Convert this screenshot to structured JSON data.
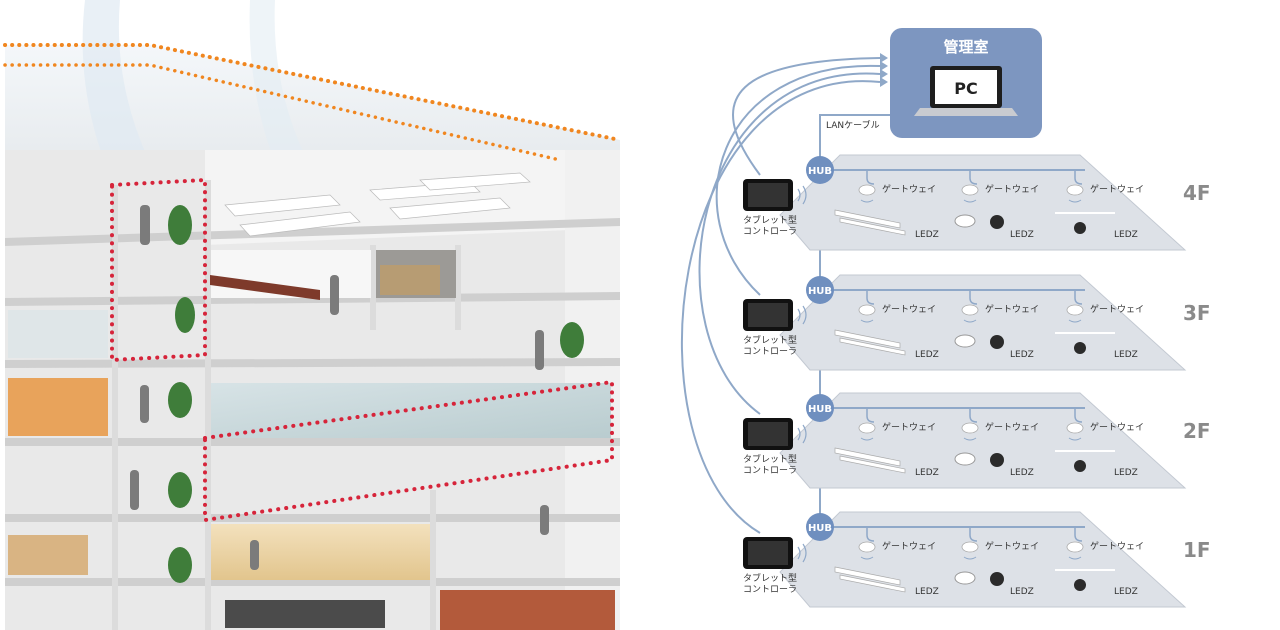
{
  "building": {
    "floors": 6,
    "highlight_color": "#d6243a",
    "roof_outline_color": "#f0861f",
    "wall_color": "#eeeeee",
    "slab_color": "#c9c9c9"
  },
  "network": {
    "control_room": {
      "title": "管理室",
      "pc_label": "PC"
    },
    "lan_label": "LANケーブル",
    "hub_label": "HUB",
    "tablet_label": [
      "タブレット型",
      "コントローラ"
    ],
    "floors": [
      {
        "label": "4F",
        "gateways": [
          "ゲートウェイ",
          "ゲートウェイ",
          "ゲートウェイ"
        ],
        "ledz": [
          "LEDZ",
          "LEDZ",
          "LEDZ"
        ]
      },
      {
        "label": "3F",
        "gateways": [
          "ゲートウェイ",
          "ゲートウェイ",
          "ゲートウェイ"
        ],
        "ledz": [
          "LEDZ",
          "LEDZ",
          "LEDZ"
        ]
      },
      {
        "label": "2F",
        "gateways": [
          "ゲートウェイ",
          "ゲートウェイ",
          "ゲートウェイ"
        ],
        "ledz": [
          "LEDZ",
          "LEDZ",
          "LEDZ"
        ]
      },
      {
        "label": "1F",
        "gateways": [
          "ゲートウェイ",
          "ゲートウェイ",
          "ゲートウェイ"
        ],
        "ledz": [
          "LEDZ",
          "LEDZ",
          "LEDZ"
        ]
      }
    ],
    "colors": {
      "line": "#8fa8c8",
      "hub": "#6f8fbf",
      "control_room": "#7d96c0",
      "panel_fill": "#dde1e7",
      "panel_stroke": "#c3c9d2",
      "floor_label": "#8a8a8a",
      "text": "#333333"
    }
  }
}
